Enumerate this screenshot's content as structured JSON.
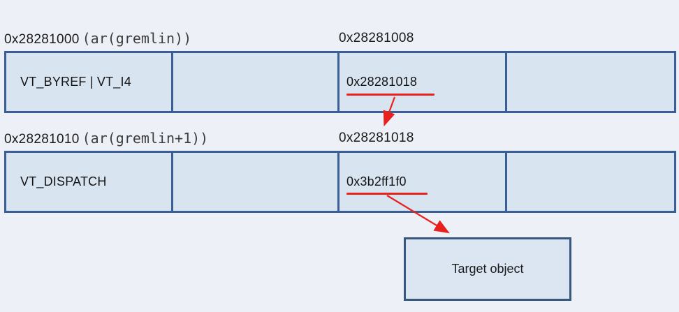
{
  "diagram": {
    "variant1": {
      "base_address": "0x28281000",
      "base_expr": "(ar(gremlin))",
      "field_address": "0x28281008",
      "cells": {
        "vt": "VT_BYREF | VT_I4",
        "pointer": "0x28281018"
      }
    },
    "variant2": {
      "base_address": "0x28281010",
      "base_expr": "(ar(gremlin+1))",
      "field_address": "0x28281018",
      "cells": {
        "vt": "VT_DISPATCH",
        "pointer": "0x3b2ff1f0"
      }
    },
    "target_box": {
      "label": "Target object"
    },
    "colors": {
      "background": "#edf0f7",
      "table_fill": "#d9e4f1",
      "table_border": "#3a5f96",
      "target_box_fill": "#dce6f2",
      "target_box_border": "#37587e",
      "arrow_red": "#e8211d",
      "text": "#1b1b1b",
      "mono_text": "#3d3d3d"
    }
  }
}
